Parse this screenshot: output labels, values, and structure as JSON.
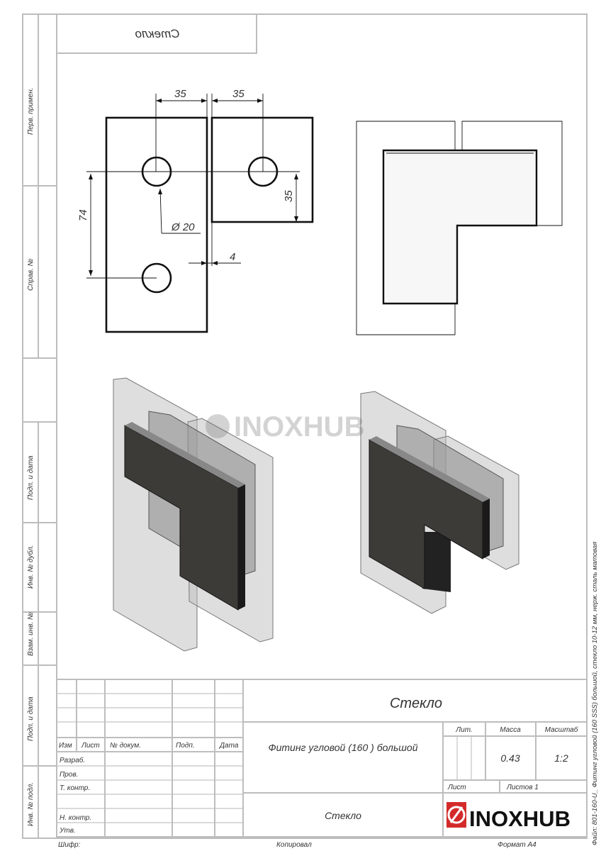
{
  "top_box": {
    "label": "Стекло"
  },
  "left_strip": [
    "Перв. примен.",
    "Справ. №",
    "Подп. и дата",
    "Инв. № дубл.",
    "Взам. инв. №",
    "Подп. и дата",
    "Инв. № подл."
  ],
  "dimensions": {
    "top_left": "35",
    "top_right": "35",
    "vertical": "74",
    "right_vertical": "35",
    "diameter": "Ø 20",
    "gap": "4"
  },
  "watermark": "INOXHUB",
  "title_block": {
    "material_top": "Стекло",
    "headers": [
      "Изм",
      "Лист",
      "№ докум.",
      "Подп.",
      "Дата"
    ],
    "roles": [
      "Разраб.",
      "Пров.",
      "Т. контр.",
      "Н. контр.",
      "Утв."
    ],
    "name": "Фитинг угловой (160 ) большой",
    "lit_label": "Лит.",
    "mass_label": "Масса",
    "scale_label": "Масштаб",
    "mass": "0.43",
    "scale": "1:2",
    "sheet_label": "Лист",
    "sheets_label": "Листов 1",
    "material_bottom": "Стекло",
    "logo": "INOXHUB"
  },
  "footer": {
    "cipher": "Шифр:",
    "copied": "Копировал",
    "format": "Формат А4"
  },
  "side_text": "Файл: 801-160-U_ Фитинг угловой (160 SSS) большой, стекло 10-12 мм, нерж. сталь матовая",
  "colors": {
    "logo_red": "#d42a2a",
    "frame": "#bdbdbd"
  }
}
